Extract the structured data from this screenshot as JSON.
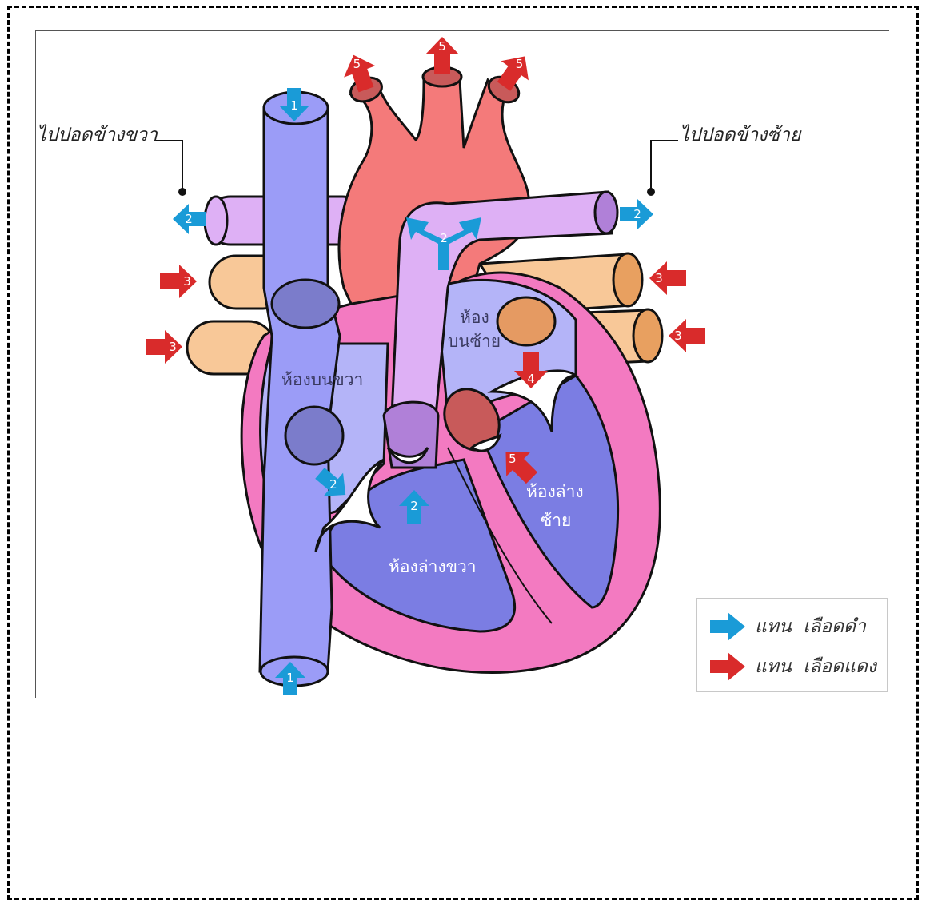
{
  "labels": {
    "to_right_lung": "ไปปอดข้างขวา",
    "to_left_lung": "ไปปอดข้างซ้าย",
    "right_atrium": "ห้องบนขวา",
    "left_atrium_line1": "ห้อง",
    "left_atrium_line2": "บนซ้าย",
    "right_ventricle": "ห้องล่างขวา",
    "left_ventricle_line1": "ห้องล่าง",
    "left_ventricle_line2": "ซ้าย"
  },
  "arrows": {
    "n1": "1",
    "n2": "2",
    "n3": "3",
    "n4": "4",
    "n5": "5"
  },
  "legend": {
    "blue_text": "แทน  เลือดดำ",
    "red_text": "แทน  เลือดแดง"
  },
  "colors": {
    "deoxygenated": "#1a9bd7",
    "oxygenated": "#d92b2b",
    "vena_cava": "#9b9cf7",
    "aorta": "#f47a7a",
    "pulmonary_artery": "#deb0f5",
    "pulmonary_vein": "#f8c898",
    "myocardium": "#f37ac1",
    "atrium": "#b4b4f8",
    "ventricle": "#7b7de3"
  }
}
